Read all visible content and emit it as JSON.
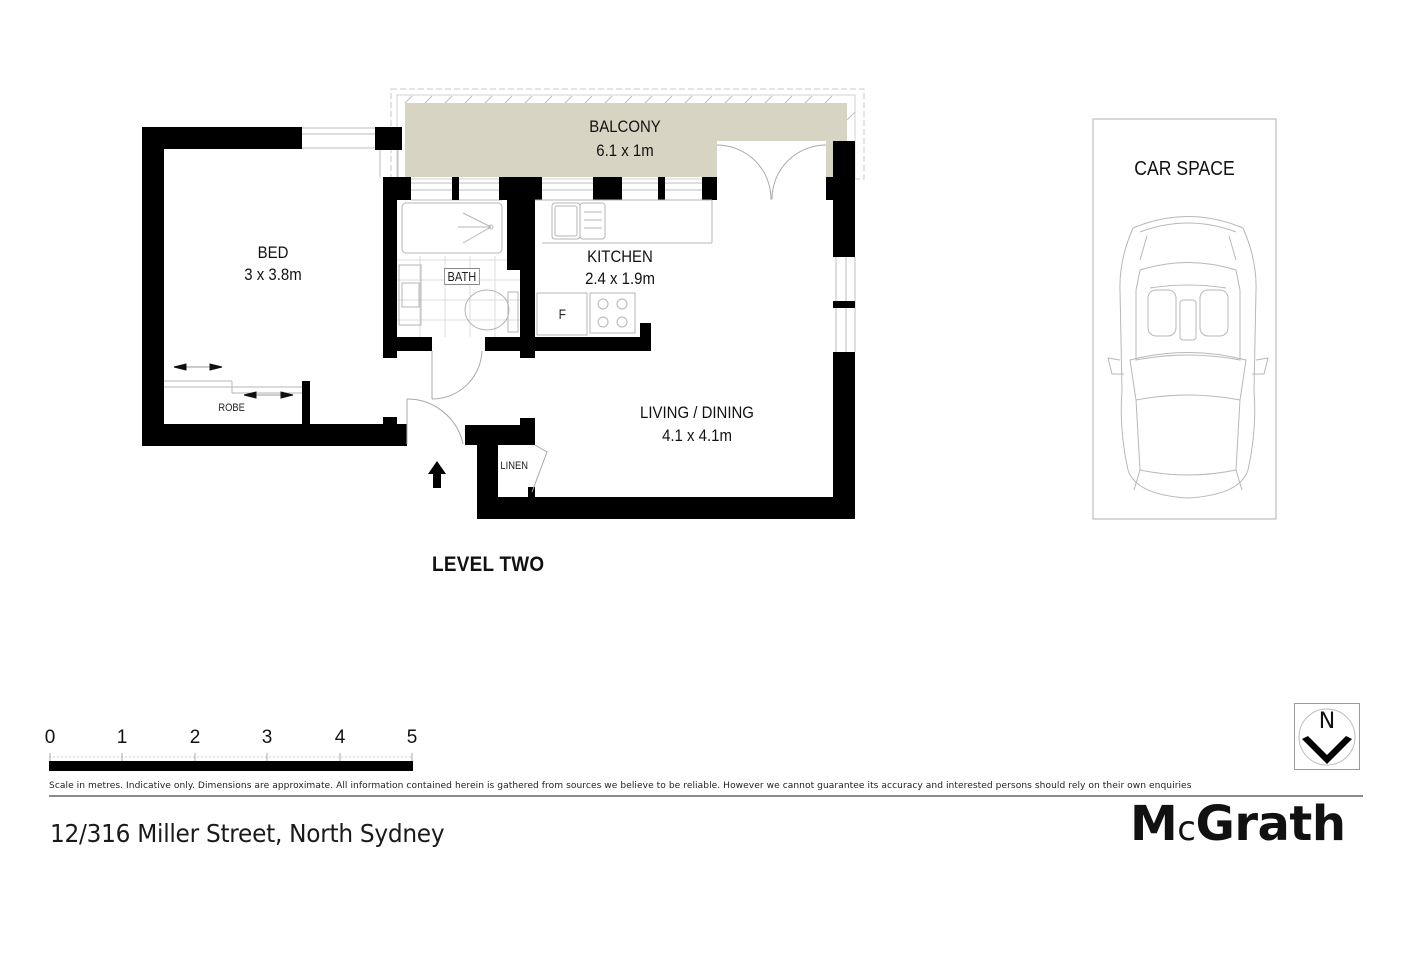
{
  "plan": {
    "level_title": "LEVEL TWO",
    "rooms": [
      {
        "name": "BALCONY",
        "dims": "6.1 x 1m"
      },
      {
        "name": "BED",
        "dims": "3 x 3.8m"
      },
      {
        "name": "KITCHEN",
        "dims": "2.4 x 1.9m"
      },
      {
        "name": "LIVING / DINING",
        "dims": "4.1 x 4.1m"
      }
    ],
    "labels": {
      "bath": "BATH",
      "robe": "ROBE",
      "linen": "LINEN",
      "fridge": "F"
    },
    "entry_marker": "entry-arrow",
    "car_space": {
      "label": "CAR SPACE"
    },
    "colors": {
      "wall": "#000000",
      "balcony_fill": "#d8d4c4",
      "fixture_line": "#b0b0b0"
    }
  },
  "scale_bar": {
    "ticks": [
      "0",
      "1",
      "2",
      "3",
      "4",
      "5"
    ],
    "unit": "metres"
  },
  "footer": {
    "disclaimer": "Scale in metres. Indicative only. Dimensions are approximate. All information contained herein is gathered from sources we believe to be reliable. However we cannot guarantee its accuracy and interested persons should rely on their own enquiries",
    "address": "12/316 Miller Street, North Sydney",
    "brand": {
      "prefix": "M",
      "small": "c",
      "suffix": "Grath"
    },
    "compass_label": "N"
  }
}
